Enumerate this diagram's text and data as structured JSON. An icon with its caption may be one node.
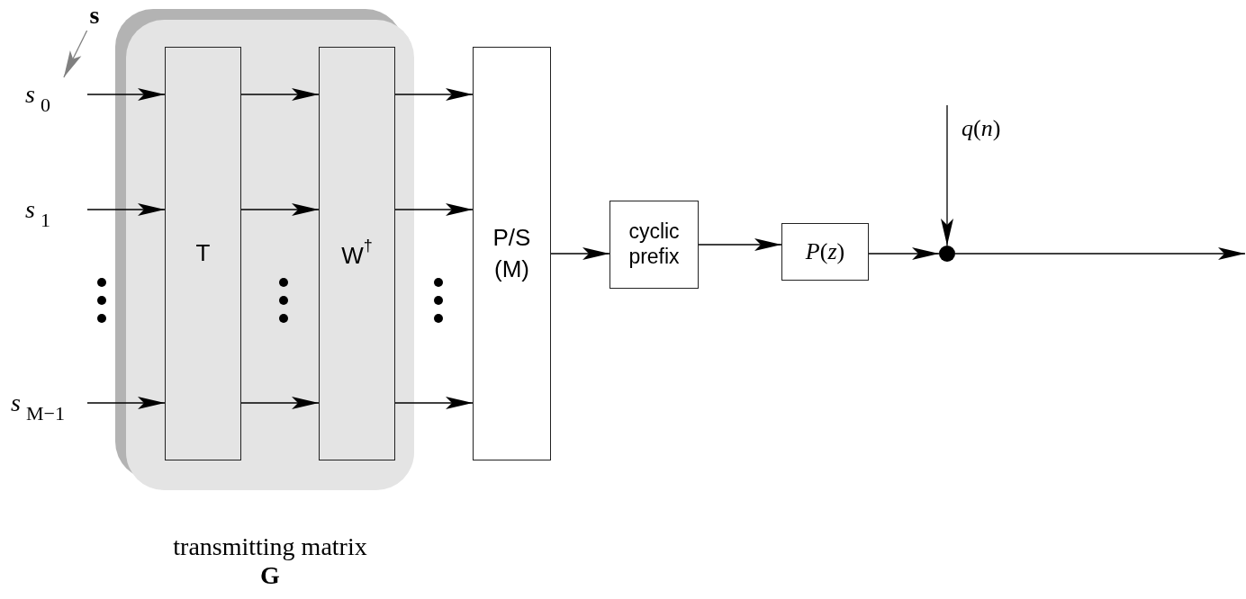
{
  "diagram": {
    "nodes": [
      {
        "text": [
          "s"
        ]
      },
      {
        "text": [
          "*s*$_{0}$"
        ]
      },
      {
        "text": [
          "*s*$_{1}$"
        ]
      },
      {
        "text": [
          "*s*$_{M−1}$"
        ]
      },
      {
        "text": [
          "transmitting matrix",
          "G"
        ]
      },
      {
        "text": [
          "T"
        ],
        "in": 4
      },
      {
        "text": [
          "W$^{†}$"
        ],
        "in": 4
      },
      {
        "text": [
          "P/S (M)"
        ]
      },
      {
        "text": [
          "cyclic prefix"
        ]
      },
      {
        "text": [
          "*P*(*z*)"
        ]
      },
      {
        "text": [],
        "shape": "circle"
      }
    ],
    "edges": [
      {
        "from": 0,
        "to": 1,
        "arrow": "to",
        "color": "#808080"
      },
      {
        "from": 1,
        "to": 5,
        "arrow": "to"
      },
      {
        "from": 2,
        "to": 5,
        "arrow": "to"
      },
      {
        "from": 3,
        "to": 5,
        "arrow": "to"
      },
      {
        "from": 5,
        "to": 6,
        "arrow": "to"
      },
      {
        "from": 5,
        "to": 6,
        "arrow": "to"
      },
      {
        "from": 5,
        "to": 6,
        "arrow": "to"
      },
      {
        "from": 6,
        "to": 7,
        "arrow": "to"
      },
      {
        "from": 6,
        "to": 7,
        "arrow": "to"
      },
      {
        "from": 6,
        "to": 7,
        "arrow": "to"
      },
      {
        "from": 7,
        "to": 8,
        "arrow": "to"
      },
      {
        "from": 8,
        "to": 9,
        "arrow": "to"
      },
      {
        "from": 9,
        "to": 10,
        "arrow": "to"
      },
      {
        "from": null,
        "to": 10,
        "arrow": "to"
      },
      {
        "from": 10,
        "to": null,
        "arrow": "to"
      }
    ],
    "labels": [
      "*q*(*n*)"
    ]
  }
}
